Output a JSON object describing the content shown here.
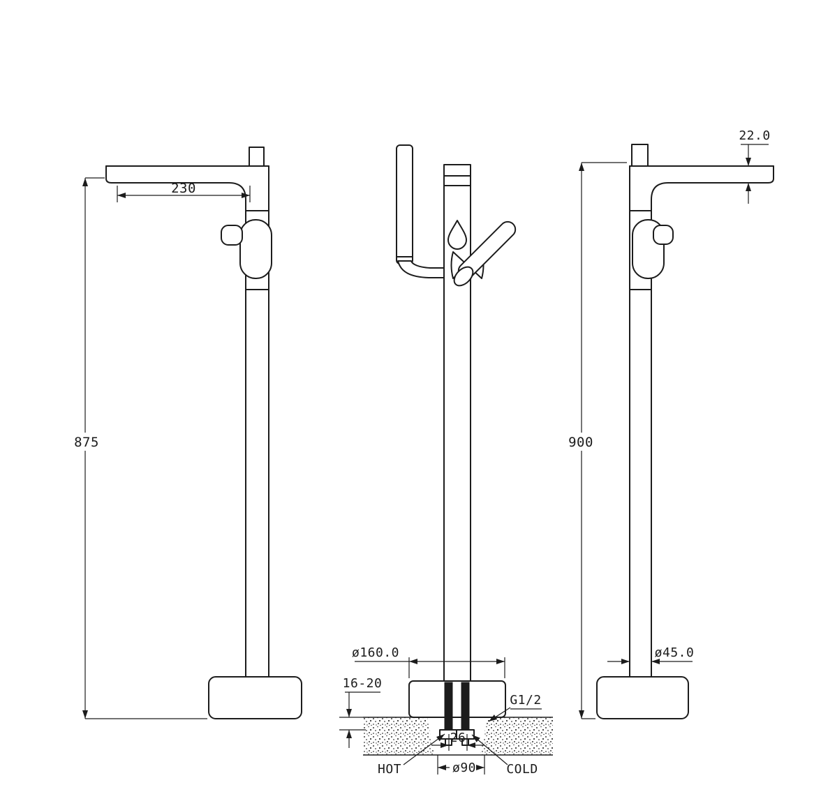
{
  "drawing": {
    "left_view": {
      "spout_reach": "230",
      "overall_height": "875"
    },
    "front_view": {
      "base_diameter": "ø160.0",
      "floor_embed_depth": "16-20",
      "thread_size": "G1/2",
      "inlet_spacing": "26",
      "bolt_circle_diameter": "ø90",
      "hot_inlet": "HOT",
      "cold_inlet": "COLD"
    },
    "right_view": {
      "spout_thickness": "22.0",
      "overall_height": "900",
      "column_diameter": "ø45.0"
    }
  },
  "colors": {
    "line": "#1c1c1c",
    "background": "#ffffff"
  }
}
